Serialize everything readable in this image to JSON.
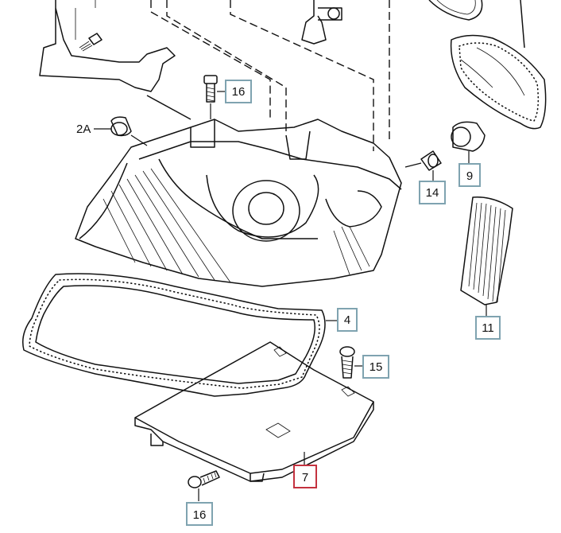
{
  "callouts": {
    "c16_top": "16",
    "c2a": "2A",
    "c9": "9",
    "c14": "14",
    "c4": "4",
    "c15": "15",
    "c11": "11",
    "c7": "7",
    "c16_bottom": "16"
  },
  "colors": {
    "callout_border": "#7fa3b0",
    "callout_highlight": "#c4323f",
    "line_art": "#111111"
  }
}
